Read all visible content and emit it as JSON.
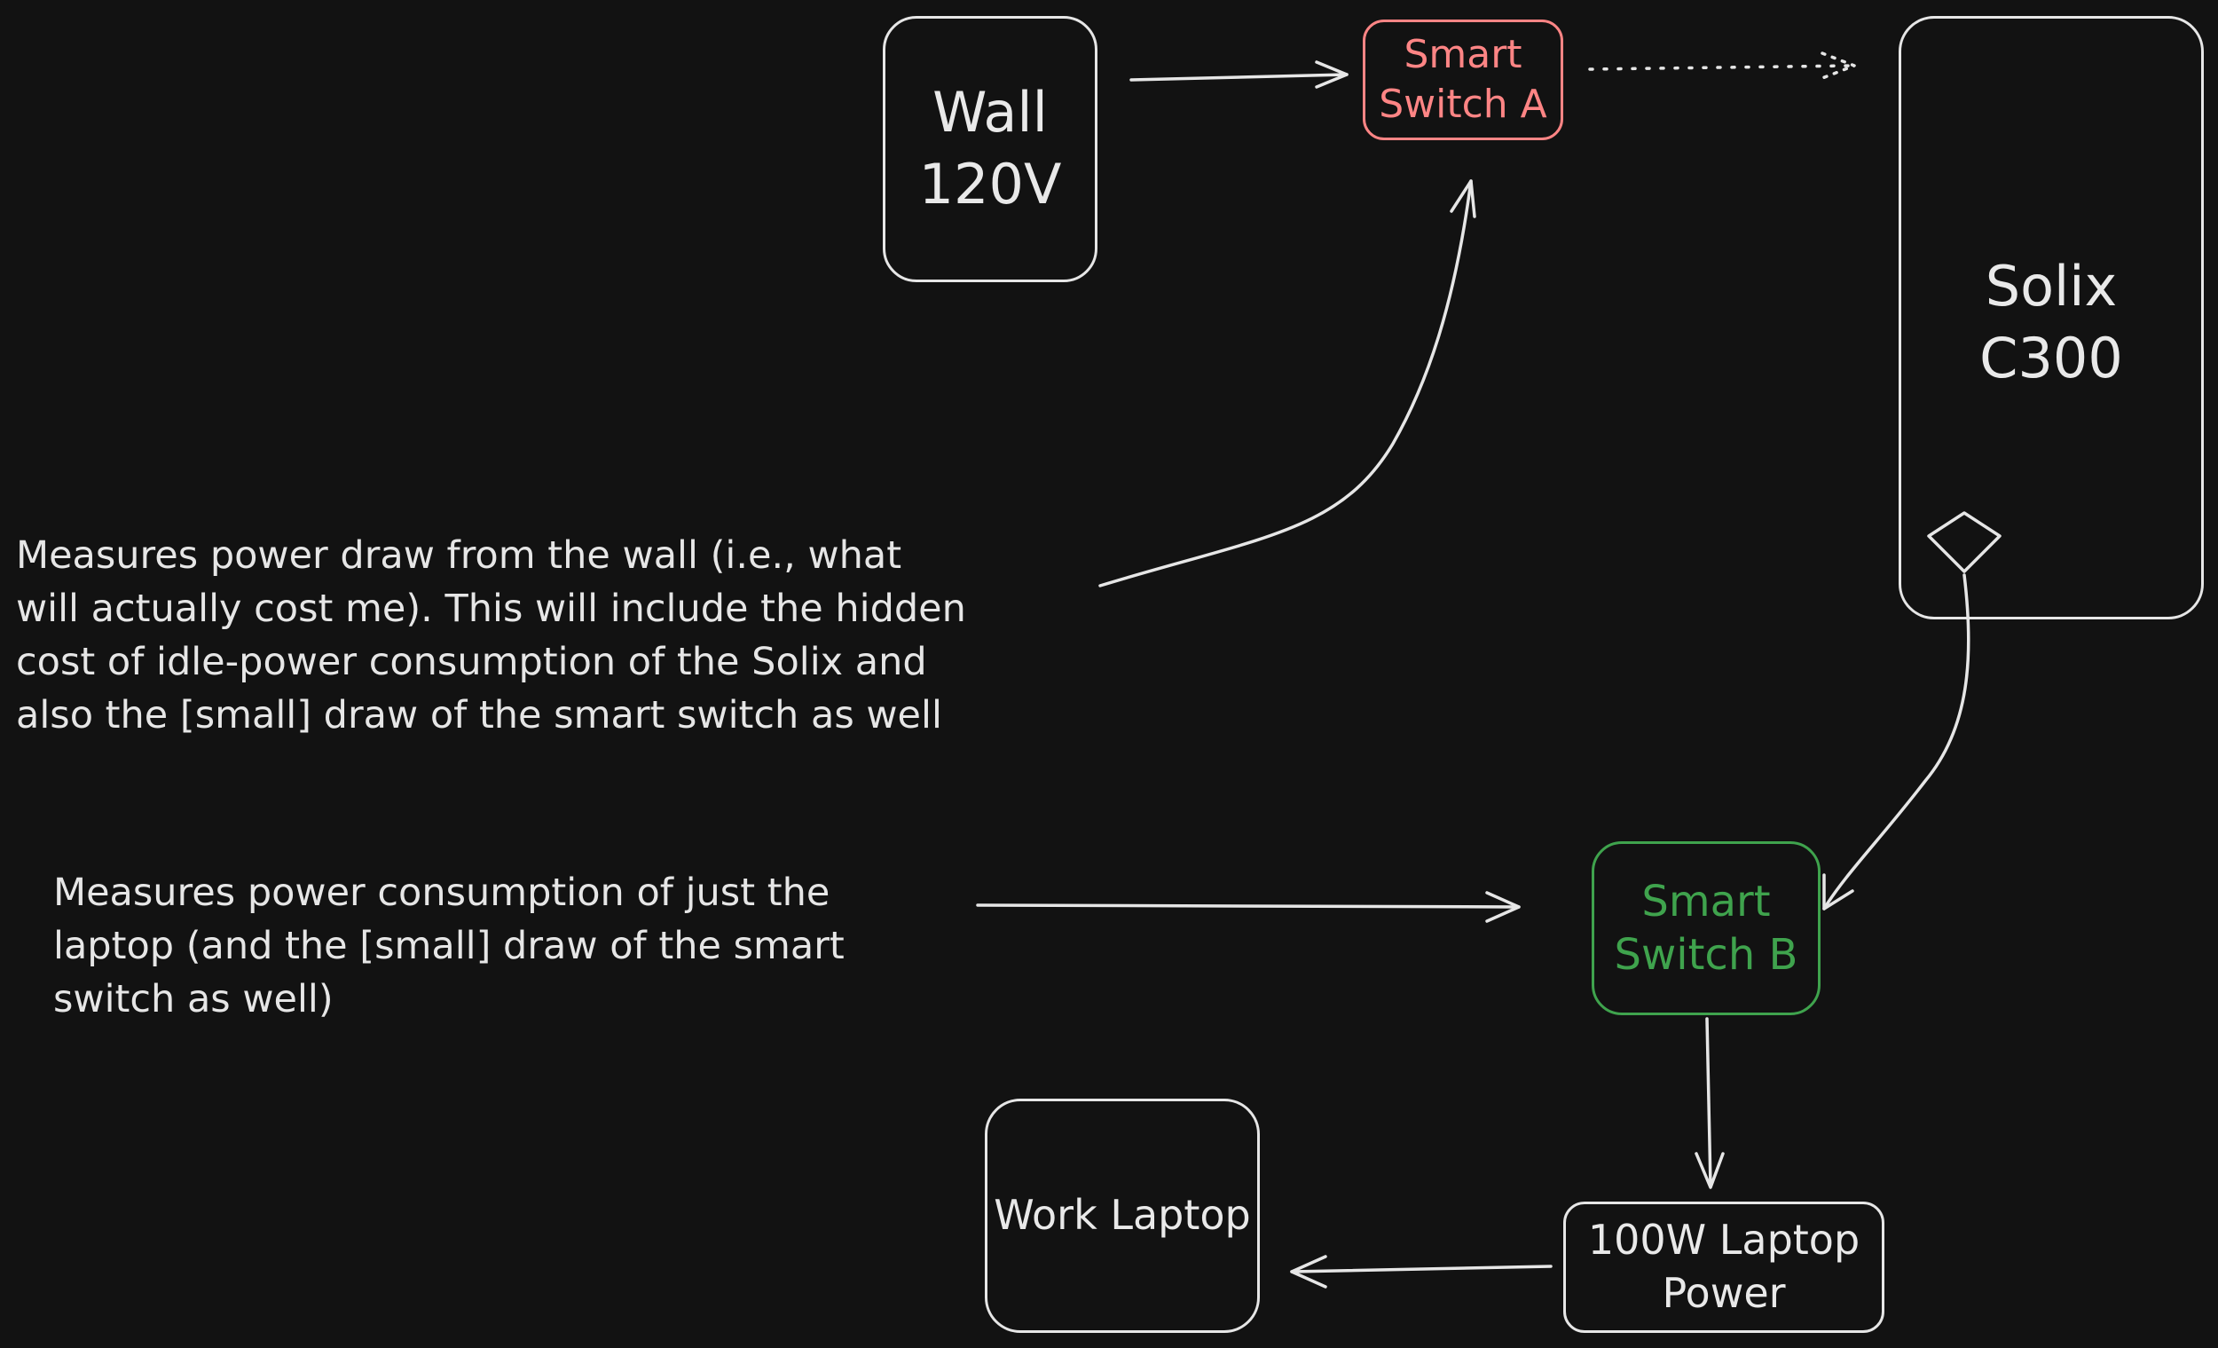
{
  "nodes": {
    "wall": "Wall\n120V",
    "switch_a": "Smart\nSwitch A",
    "solix": "Solix\nC300",
    "switch_b": "Smart\nSwitch B",
    "laptop": "Work Laptop",
    "charger": "100W Laptop\nPower"
  },
  "notes": {
    "switch_a": "Measures power draw from the wall (i.e., what\nwill actually cost me). This will include the hidden\ncost of idle-power consumption of the Solix and\nalso the [small] draw of the smart switch as well",
    "switch_b": "Measures power consumption of just the\nlaptop (and the [small] draw of the smart\nswitch as well)"
  },
  "colors": {
    "background": "#121212",
    "stroke": "#e6e6e6",
    "switch_a": "#ff8585",
    "switch_b": "#3fa34d"
  }
}
